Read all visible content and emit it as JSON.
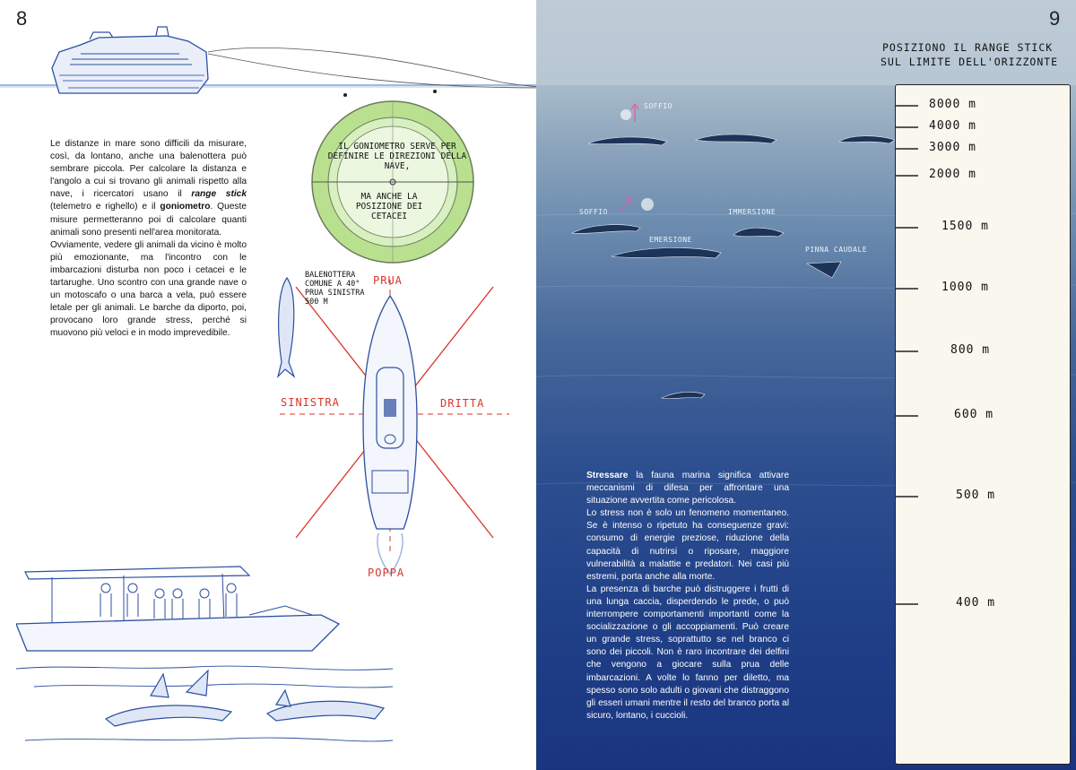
{
  "left_page": {
    "page_number": "8",
    "paragraph": {
      "text_1": "Le distanze in mare sono difficili da misurare, così, da lontano, anche una balenottera può sembrare piccola. Per calcolare la distanza e l'angolo a cui si trovano gli animali rispetto alla nave, i ricercatori usano il ",
      "range_stick": "range stick",
      "text_2": " (telemetro e righello) e il ",
      "goniometro": "goniometro",
      "text_3": ". Queste misure permetteranno poi di calcolare quanti animali sono presenti nell'area monitorata.",
      "text_4": "Ovviamente, vedere gli animali da vicino è molto più emozionante, ma l'incontro con le imbarcazioni disturba non poco i cetacei e le tartarughe. Uno scontro con una grande nave o un motoscafo o una barca a vela, può essere letale per gli animali. Le barche da diporto, poi, provocano loro grande stress, perché si muovono più veloci e in modo imprevedibile."
    },
    "protractor_note": {
      "line1": "Il goniometro serve per definire le direzioni della nave,",
      "line2": "ma anche la posizione dei cetacei"
    },
    "whale_note": "Balenottera comune a 40° prua sinistra 500 m",
    "directions": {
      "prua": "PRUA",
      "poppa": "POPPA",
      "sinistra": "SINISTRA",
      "dritta": "DRITTA"
    }
  },
  "right_page": {
    "page_number": "9",
    "gauge_title_line1": "POSIZIONO IL RANGE STICK",
    "gauge_title_line2": "SUL LIMITE DELL'ORIZZONTE",
    "gauge_marks": [
      "8000 m",
      "4000 m",
      "3000 m",
      "2000 m",
      "1500 m",
      "1000 m",
      "800 m",
      "600 m",
      "500 m",
      "400 m"
    ],
    "sea_labels": {
      "soffio_1": "SOFFIO",
      "soffio_2": "SOFFIO",
      "immersione": "IMMERSIONE",
      "emersione": "EMERSIONE",
      "pinna_caudale": "PINNA CAUDALE"
    },
    "paragraph": {
      "stressare": "Stressare",
      "text_1": " la fauna marina significa attivare meccanismi di difesa per affrontare una situazione avvertita come pericolosa.",
      "text_2": "Lo stress non è solo un fenomeno momentaneo. Se è intenso o ripetuto ha conseguenze gravi: consumo di energie preziose, riduzione della capacità di nutrirsi o riposare, maggiore vulnerabilità a malattie e predatori. Nei casi più estremi, porta anche alla morte.",
      "text_3": "La presenza di barche può distruggere i frutti di una lunga caccia, disperdendo le prede, o può interrompere comportamenti importanti come la socializzazione o gli accoppiamenti. Può creare un grande stress, soprattutto se nel branco ci sono dei piccoli. Non è raro incontrare dei delfini che vengono a giocare sulla prua delle imbarcazioni. A volte lo fanno per diletto, ma spesso sono solo adulti o giovani che distraggono gli esseri umani mentre il resto del branco porta al sicuro, lontano, i cuccioli."
    }
  },
  "colors": {
    "ink_blue": "#2b4fa0",
    "red_lines": "#d9352a",
    "protractor_green": "#b9e08f",
    "sea_dark": "#1a3580"
  }
}
